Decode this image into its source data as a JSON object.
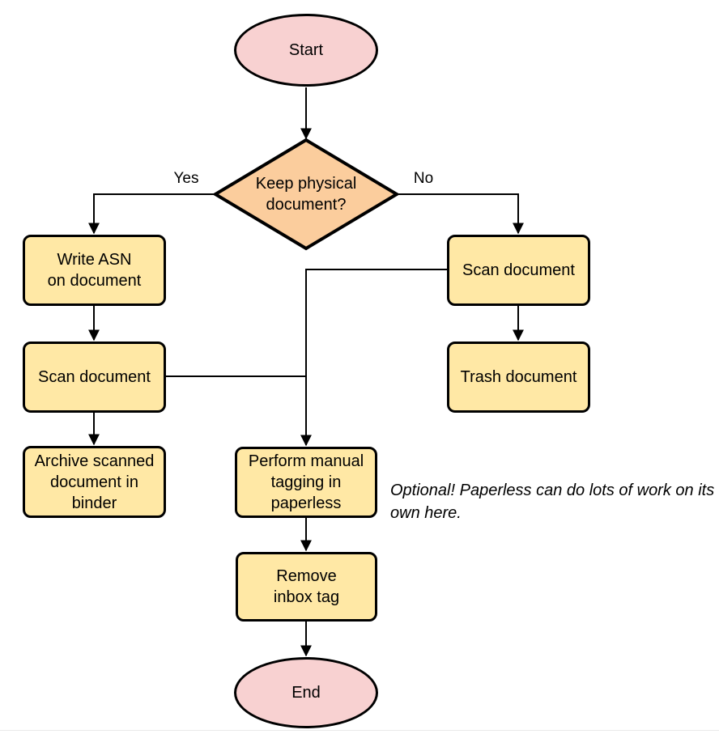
{
  "nodes": {
    "start": {
      "label": "Start",
      "fill": "#F8D1D1"
    },
    "decision": {
      "label": "Keep physical\ndocument?",
      "fill": "#FBCD9D"
    },
    "write_asn": {
      "label": "Write ASN\non document",
      "fill": "#FFE8A5"
    },
    "scan_left": {
      "label": "Scan document",
      "fill": "#FFE8A5"
    },
    "archive": {
      "label": "Archive scanned\ndocument in\nbinder",
      "fill": "#FFE8A5"
    },
    "scan_right": {
      "label": "Scan document",
      "fill": "#FFE8A5"
    },
    "trash": {
      "label": "Trash document",
      "fill": "#FFE8A5"
    },
    "tagging": {
      "label": "Perform manual\ntagging in\npaperless",
      "fill": "#FFE8A5"
    },
    "remove_inbox": {
      "label": "Remove\ninbox tag",
      "fill": "#FFE8A5"
    },
    "end": {
      "label": "End",
      "fill": "#F8D1D1"
    }
  },
  "edges": {
    "yes_label": "Yes",
    "no_label": "No"
  },
  "annotation": {
    "text": "Optional! Paperless can do lots of work on its own here."
  },
  "colors": {
    "terminal_fill": "#F8D1D1",
    "decision_fill": "#FBCD9D",
    "process_fill": "#FFE8A5",
    "stroke": "#000000",
    "background": "#FFFFFF"
  }
}
